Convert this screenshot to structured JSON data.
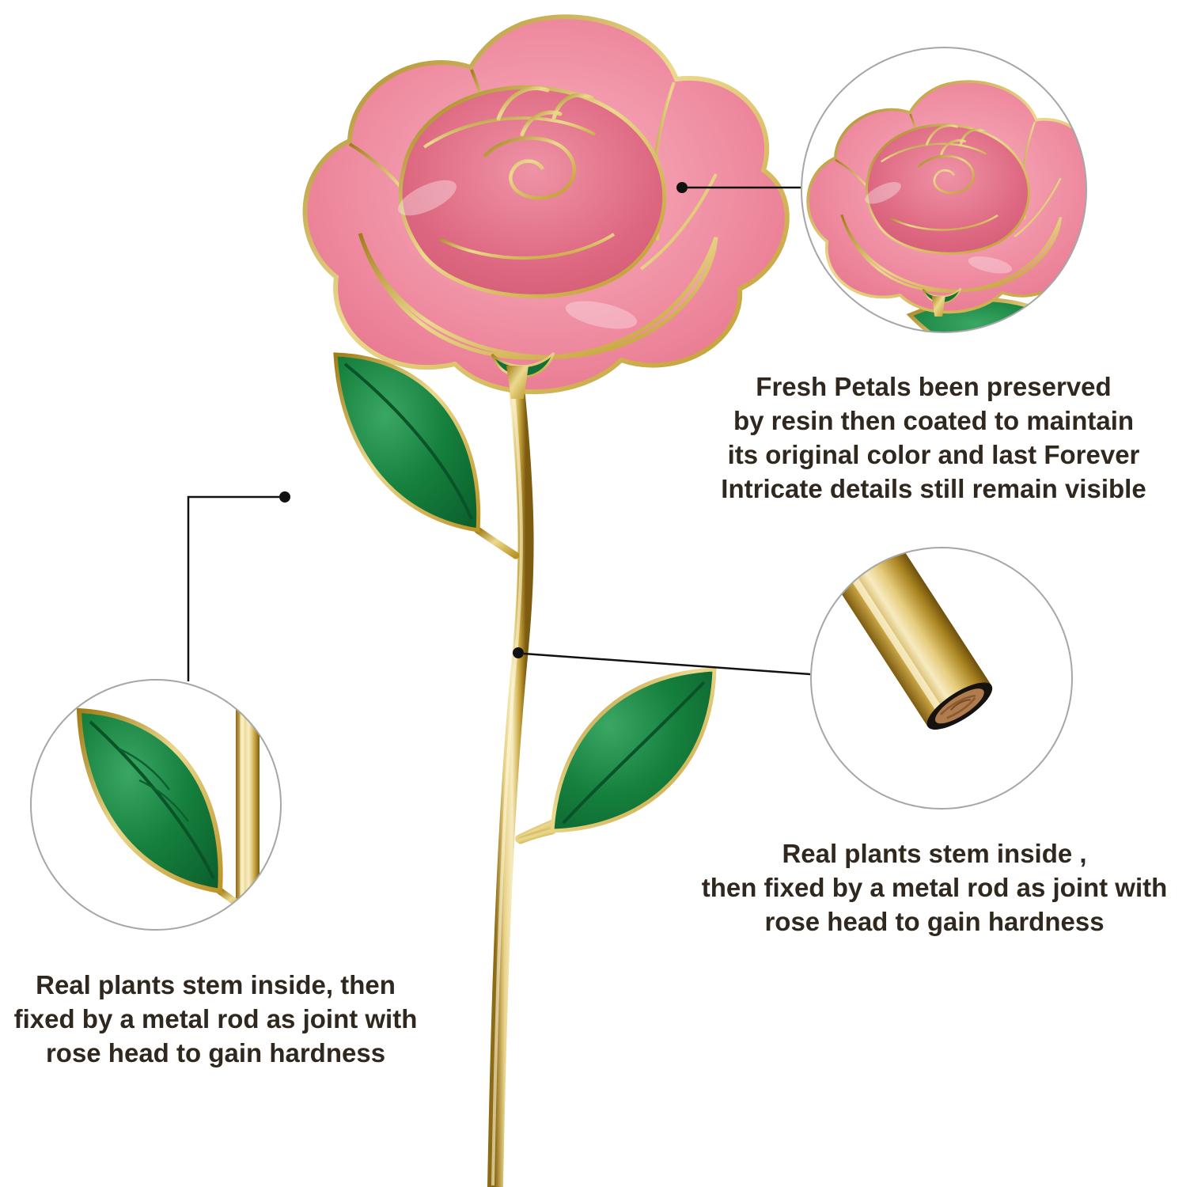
{
  "annotations": {
    "petals": {
      "text": "Fresh Petals been preserved\nby resin then coated to maintain\nits original color and last Forever\nIntricate details still remain visible"
    },
    "stem_right": {
      "text": "Real plants stem inside ,\nthen fixed by a metal rod as joint with\nrose head to gain hardness"
    },
    "stem_left": {
      "text": "Real plants stem inside, then\nfixed by a metal rod as joint with\nrose head to gain hardness"
    }
  },
  "callouts": {
    "rose_closeup": "rose-head-closeup-callout",
    "rod_closeup": "gold-rod-wood-core-callout",
    "leaf_closeup": "leaf-and-stem-joint-callout"
  },
  "colors": {
    "background": "#ffffff",
    "text": "#30281f",
    "gold": "#c9a22f",
    "petal_pink": "#ec7f95",
    "leaf_green": "#157a3c",
    "callout_border": "#a6a6a6",
    "leader_line": "#111111"
  }
}
